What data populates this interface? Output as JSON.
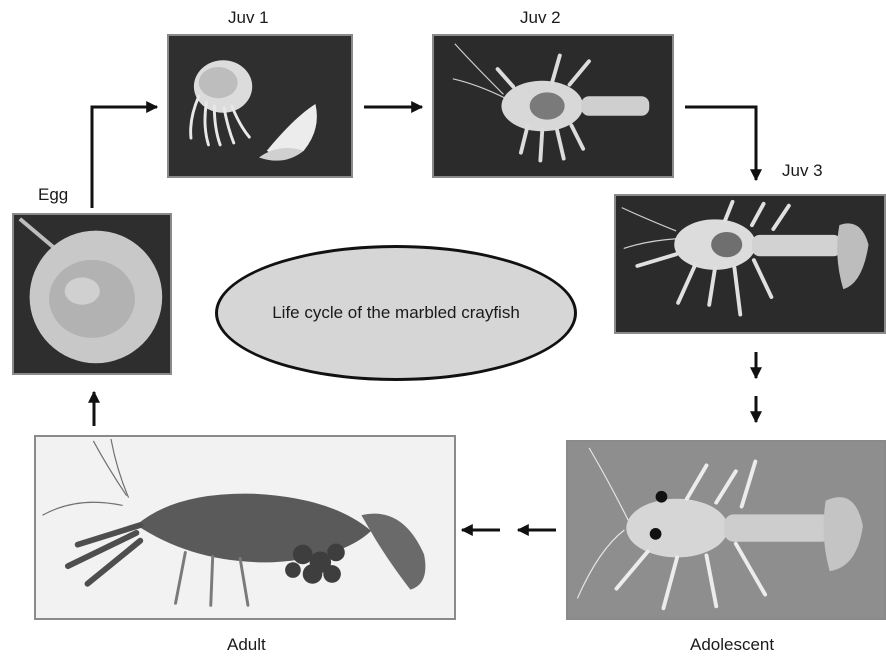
{
  "title": "Life cycle of the marbled crayfish",
  "stages": {
    "egg": "Egg",
    "juv1": "Juv 1",
    "juv2": "Juv 2",
    "juv3": "Juv 3",
    "adolescent": "Adolescent",
    "adult": "Adult"
  },
  "colors": {
    "arrow": "#111111",
    "ellipse_fill": "#d6d6d6",
    "photo_border": "#8a8a8a",
    "dark_background": "#2b2b2b",
    "light_background": "#f2f2f2"
  }
}
